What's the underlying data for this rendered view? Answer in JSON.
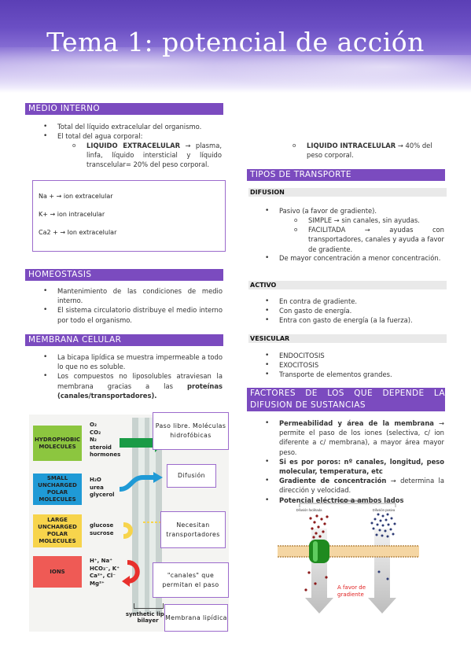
{
  "title": "Tema 1: potencial de acción",
  "medio_interno": {
    "heading": "MEDIO INTERNO",
    "b1": "Total del líquido extracelular del organismo.",
    "b2": "El total del agua corporal:",
    "sub1_bold": "LIQUIDO EXTRACELULAR",
    "sub1_rest": " → plasma, linfa, líquido intersticial y líquido transcelular= 20% del peso corporal.",
    "sub2_bold": "LIQUIDO INTRACELULAR",
    "sub2_rest": " → 40% del peso corporal."
  },
  "ions": {
    "l1": "Na + → ion extracelular",
    "l2": "K+ → ion intracelular",
    "l3": "Ca2 + → Ion extracelular"
  },
  "homeostasis": {
    "heading": "HOMEOSTASIS",
    "b1": "Mantenimiento de las condiciones de medio interno.",
    "b2": "El sistema circulatorio distribuye el medio interno por todo el organismo."
  },
  "membrana": {
    "heading": "MEMBRANA CELULAR",
    "b1": "La bicapa lipídica se muestra impermeable a todo lo que no es soluble.",
    "b2_pre": "Los compuestos no liposolubles atraviesan la membrana gracias a las ",
    "b2_bold": "proteínas (canales/transportadores)."
  },
  "diagram": {
    "mol1": "HYDROPHOBIC MOLECULES",
    "mol2": "SMALL UNCHARGED POLAR MOLECULES",
    "mol3": "LARGE UNCHARGED POLAR MOLECULES",
    "mol4": "IONS",
    "chem1": [
      "O₂",
      "CO₂",
      "N₂",
      "steroid",
      "hormones"
    ],
    "chem2": [
      "H₂O",
      "urea",
      "glycerol"
    ],
    "chem3": [
      "glucose",
      "sucrose"
    ],
    "chem4": [
      "H⁺, Na⁺",
      "HCO₃⁻, K⁺",
      "Ca²⁺, Cl⁻",
      "Mg²⁺"
    ],
    "bilayer": "synthetic lipid bilayer",
    "lbl1": "Paso libre. Moléculas hidrofóbicas",
    "lbl2": "Difusión",
    "lbl3": "Necesitan transportadores",
    "lbl4": "\"canales\" que permitan el paso",
    "lbl5": "Membrana lipídica",
    "colors": {
      "green": "#8cc63f",
      "blue": "#1f9ad6",
      "yellow": "#f7d44c",
      "red": "#ef5a55"
    }
  },
  "tipos": {
    "heading": "TIPOS DE TRANSPORTE",
    "difusion": "DIFUSION",
    "d1": "Pasivo (a favor de gradiente).",
    "d1a": "SIMPLE → sin canales, sin ayudas.",
    "d1b": "FACILITADA → ayudas con transportadores, canales y ayuda a favor de gradiente.",
    "d2": "De mayor concentración a menor concentración.",
    "activo": "ACTIVO",
    "a1": "En contra de gradiente.",
    "a2": "Con gasto de energía.",
    "a3": "Entra con gasto de energía (a la fuerza).",
    "vesicular": "VESICULAR",
    "v1": "ENDOCITOSIS",
    "v2": "EXOCITOSIS",
    "v3": "Transporte de elementos grandes."
  },
  "factores": {
    "heading": "FACTORES DE LOS QUE DEPENDE LA DIFUSION DE SUSTANCIAS",
    "f1_bold": "Permeabilidad y área de la membrana",
    "f1_rest": " → permite el paso de los iones (selectiva, c/ ion diferente a c/ membrana), a mayor área mayor peso.",
    "f2_bold": "Si es por poros: nº canales, longitud, peso molecular, temperatura, etc",
    "f3_bold": "Gradiente de concentración",
    "f3_rest": " → determina la dirección y velocidad.",
    "f4_bold": "Potencial eléctrico a ambos lados"
  },
  "transport_fig": {
    "top": "Transporte pasivo",
    "left": "Difusión facilitada",
    "right": "Difusión pasiva",
    "note": "A favor de gradiente"
  }
}
